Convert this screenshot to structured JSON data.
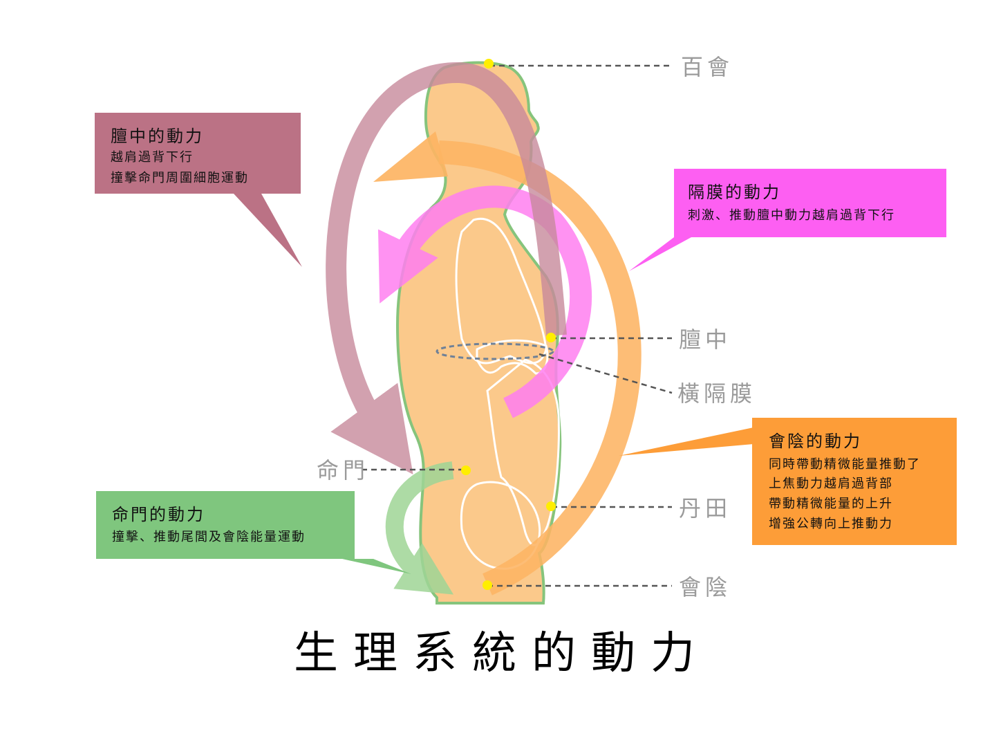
{
  "title": "生理系統的動力",
  "points": {
    "baihui": "百會",
    "tanzhong": "膻中",
    "diaphragm": "橫隔膜",
    "mingmen": "命門",
    "dantian": "丹田",
    "huiyin": "會陰"
  },
  "boxes": {
    "tanzhong": {
      "title": "膻中的動力",
      "lines": [
        "越肩過背下行",
        "撞擊命門周圍細胞運動"
      ]
    },
    "diaphragm": {
      "title": "隔膜的動力",
      "lines": [
        "刺激、推動膻中動力越肩過背下行"
      ]
    },
    "huiyin": {
      "title": "會陰的動力",
      "lines": [
        "同時帶動精微能量推動了",
        "上焦動力越肩過背部",
        "帶動精微能量的上升",
        "增強公轉向上推動力"
      ]
    },
    "mingmen": {
      "title": "命門的動力",
      "lines": [
        "撞擊、推動尾閭及會陰能量運動"
      ]
    }
  },
  "colors": {
    "body_fill": "#fbc98b",
    "body_outline": "#86c47c",
    "tanzhong_box": "#bb7285",
    "tanzhong_arrow": "#c88a9c",
    "diaphragm_box": "#fd5ff2",
    "diaphragm_arrow": "#ff7ff0",
    "huiyin_box": "#fd9d38",
    "huiyin_arrow": "#fdb463",
    "mingmen_box": "#7fc67e",
    "mingmen_arrow": "#9fd596",
    "point_dot": "#ffee00"
  }
}
